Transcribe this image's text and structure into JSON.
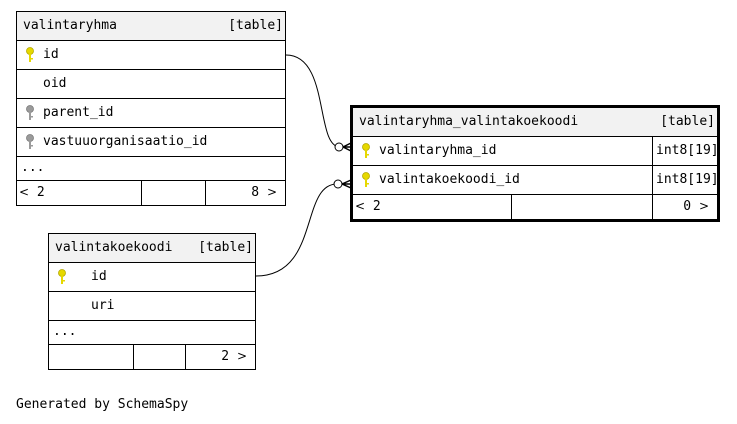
{
  "tables": {
    "valintaryhma": {
      "name": "valintaryhma",
      "kind": "[table]",
      "columns": [
        {
          "name": "id",
          "key": "primary"
        },
        {
          "name": "oid",
          "key": "none"
        },
        {
          "name": "parent_id",
          "key": "foreign"
        },
        {
          "name": "vastuuorganisaatio_id",
          "key": "foreign"
        }
      ],
      "more": "...",
      "footer": {
        "parents": "2",
        "children": "8"
      }
    },
    "valintaryhma_valintakoekoodi": {
      "name": "valintaryhma_valintakoekoodi",
      "kind": "[table]",
      "columns": [
        {
          "name": "valintaryhma_id",
          "type": "int8[19]",
          "key": "primary"
        },
        {
          "name": "valintakoekoodi_id",
          "type": "int8[19]",
          "key": "primary"
        }
      ],
      "footer": {
        "parents": "2",
        "children": "0"
      }
    },
    "valintakoekoodi": {
      "name": "valintakoekoodi",
      "kind": "[table]",
      "columns": [
        {
          "name": "id",
          "key": "primary"
        },
        {
          "name": "uri",
          "key": "none"
        }
      ],
      "more": "...",
      "footer": {
        "children": "2"
      }
    }
  },
  "colors": {
    "primary_key": "#e6d800",
    "foreign_key": "#9a9a9a",
    "header_bg": "#f2f2f2",
    "border": "#000000"
  },
  "icons": {
    "primary_key": "key-icon",
    "foreign_key": "key-icon",
    "prev": "chevron-left-icon",
    "next": "chevron-right-icon"
  },
  "chevrons": {
    "left": "<",
    "right": ">"
  },
  "generated_by": "Generated by SchemaSpy"
}
